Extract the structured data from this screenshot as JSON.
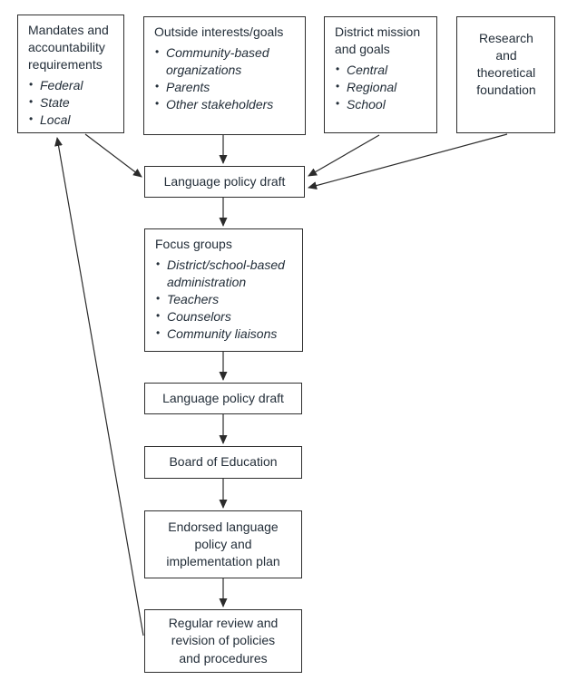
{
  "figure": {
    "name": "Language policy development flowchart",
    "colors": {
      "background": "#ffffff",
      "text": "#232e39",
      "box_border": "#2e2e2e",
      "arrow": "#2b2b2b"
    },
    "boxes": {
      "mandates": {
        "title": "Mandates and accountability requirements",
        "bullets": [
          "Federal",
          "State",
          "Local"
        ]
      },
      "outside_interests": {
        "title": "Outside interests/goals",
        "bullets": [
          "Community-based organizations",
          "Parents",
          "Other stakeholders"
        ]
      },
      "district_mission": {
        "title": "District mission and goals",
        "bullets": [
          "Central",
          "Regional",
          "School"
        ]
      },
      "research_foundation": {
        "title": "Research and theoretical foundation"
      },
      "language_policy_draft_1": {
        "title": "Language policy draft"
      },
      "focus_groups": {
        "title": "Focus groups",
        "bullets": [
          "District/school-based administration",
          "Teachers",
          "Counselors",
          "Community liaisons"
        ]
      },
      "language_policy_draft_2": {
        "title": "Language policy draft"
      },
      "board_of_education": {
        "title": "Board of Education"
      },
      "endorsed_policy": {
        "title": "Endorsed language policy and implementation plan"
      },
      "regular_review": {
        "title": "Regular review and revision of policies and procedures"
      }
    },
    "edges": [
      {
        "from": "mandates",
        "to": "language_policy_draft_1"
      },
      {
        "from": "outside_interests",
        "to": "language_policy_draft_1"
      },
      {
        "from": "district_mission",
        "to": "language_policy_draft_1"
      },
      {
        "from": "research_foundation",
        "to": "language_policy_draft_1"
      },
      {
        "from": "language_policy_draft_1",
        "to": "focus_groups"
      },
      {
        "from": "focus_groups",
        "to": "language_policy_draft_2"
      },
      {
        "from": "language_policy_draft_2",
        "to": "board_of_education"
      },
      {
        "from": "board_of_education",
        "to": "endorsed_policy"
      },
      {
        "from": "endorsed_policy",
        "to": "regular_review"
      },
      {
        "from": "regular_review",
        "to": "mandates"
      }
    ]
  }
}
